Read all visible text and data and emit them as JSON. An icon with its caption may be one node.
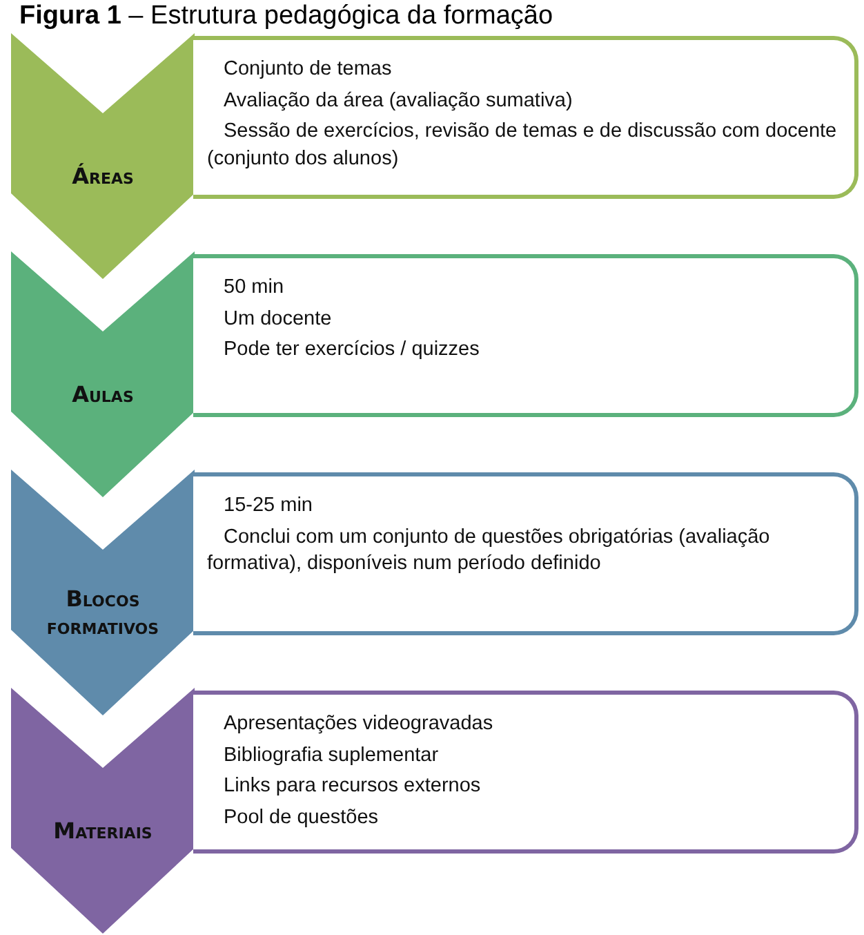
{
  "diagram": {
    "title": "**Figura 1** – Estrutura pedagógica da formação",
    "nodes": [
      {
        "text": [
          "Áreas"
        ]
      },
      {
        "text": [
          "Conjunto de temas",
          "Avaliação da área (avaliação sumativa)",
          "Sessão de exercícios, revisão de temas e de discussão com docente (conjunto dos alunos)"
        ]
      },
      {
        "text": [
          "Aulas"
        ]
      },
      {
        "text": [
          "50 min",
          "Um docente",
          "Pode ter exercícios / quizzes"
        ]
      },
      {
        "text": [
          "Blocos formativos"
        ]
      },
      {
        "text": [
          "15-25 min",
          "Conclui com um conjunto de questões obrigatórias (avaliação formativa), disponíveis num período definido"
        ]
      },
      {
        "text": [
          "Materiais"
        ]
      },
      {
        "text": [
          "Apresentações videogravadas",
          "Bibliografia suplementar",
          "Links para recursos externos",
          "Pool de questões"
        ]
      }
    ]
  }
}
